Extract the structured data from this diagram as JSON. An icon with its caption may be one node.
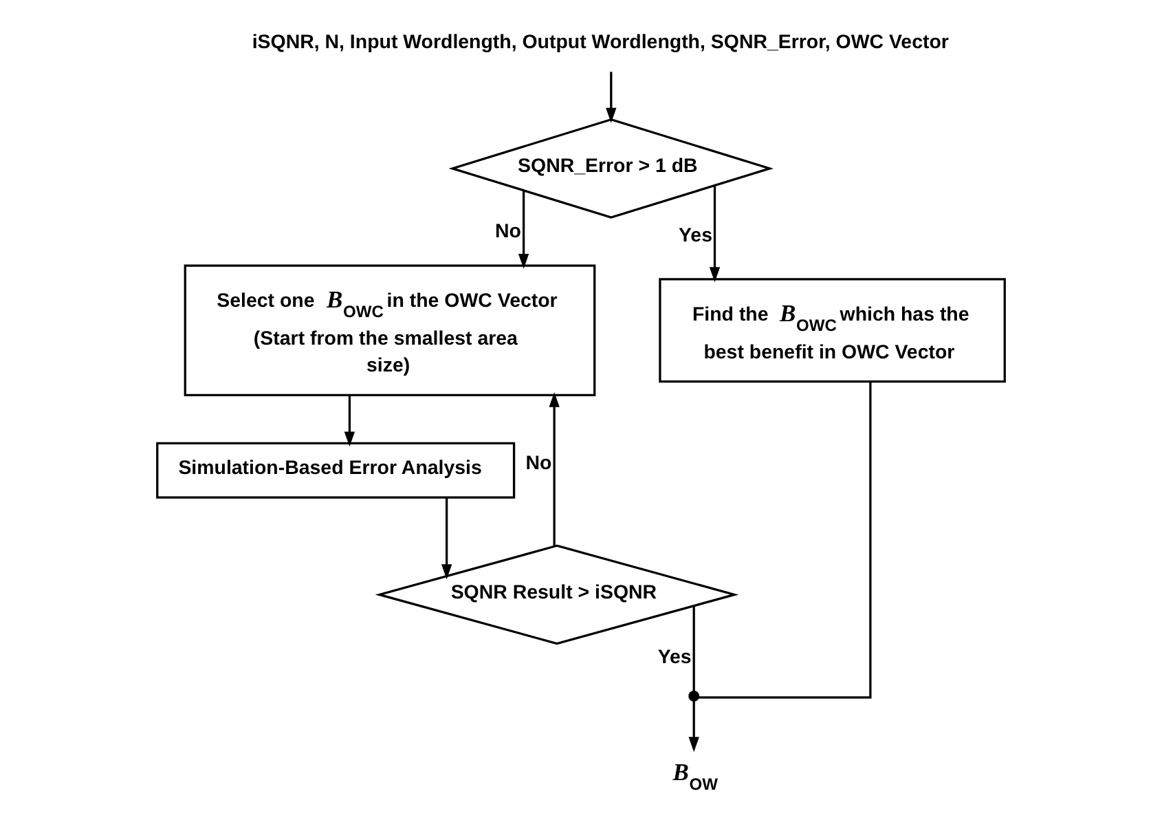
{
  "diagram": {
    "nodes": [
      {
        "text": [
          "iSQNR, N, Input Wordlength, Output Wordlength, SQNR_Error, OWC Vector"
        ]
      },
      {
        "text": [
          "SQNR_Error > 1 dB"
        ]
      },
      {
        "text": [
          "Select one *B*$_{OWC}$ in the OWC Vector (Start from the smallest area size)"
        ]
      },
      {
        "text": [
          "Simulation-Based Error Analysis"
        ]
      },
      {
        "text": [
          "SQNR Result > iSQNR"
        ]
      },
      {
        "text": [
          "Find the *B*$_{OWC}$ which has the best benefit in OWC Vector"
        ]
      },
      {
        "text": [],
        "shape": "circle"
      },
      {
        "text": [
          "*B*$_{OW}$"
        ]
      }
    ],
    "edges": [
      {
        "from": 0,
        "to": 1,
        "arrow": "to"
      },
      {
        "from": 1,
        "to": 2,
        "arrow": "to",
        "label": "No"
      },
      {
        "from": 1,
        "to": 5,
        "arrow": "to",
        "label": "Yes"
      },
      {
        "from": 2,
        "to": 3,
        "arrow": "to"
      },
      {
        "from": 3,
        "to": 4,
        "arrow": "to"
      },
      {
        "from": 4,
        "to": 2,
        "arrow": "to",
        "label": "No"
      },
      {
        "from": 4,
        "to": 6,
        "arrow": "none",
        "label": "Yes"
      },
      {
        "from": 5,
        "to": 6,
        "arrow": "none"
      },
      {
        "from": 6,
        "to": 7,
        "arrow": "to"
      }
    ]
  }
}
